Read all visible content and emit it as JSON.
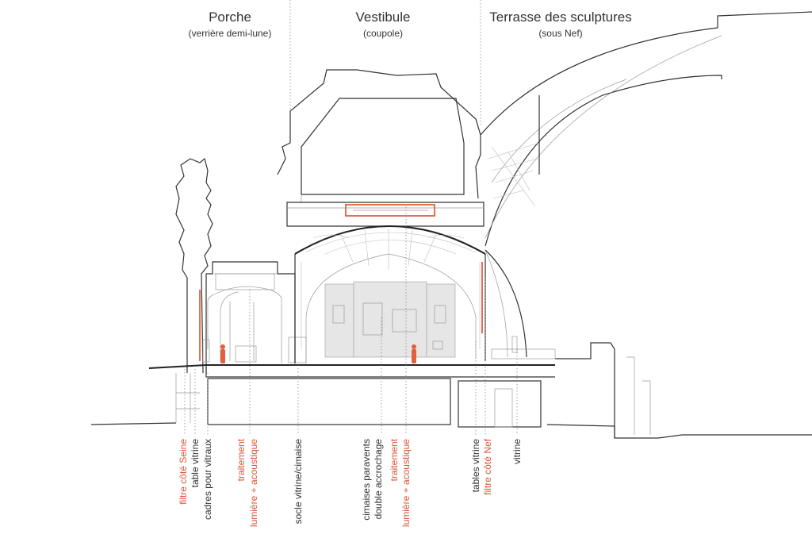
{
  "zones": [
    {
      "title": "Porche",
      "subtitle": "(verrière demi-lune)"
    },
    {
      "title": "Vestibule",
      "subtitle": "(coupole)"
    },
    {
      "title": "Terrasse des sculptures",
      "subtitle": "(sous Nef)"
    }
  ],
  "labels": [
    {
      "text": "filtre côté Seine",
      "color": "red"
    },
    {
      "text": "table vitrine",
      "color": "black"
    },
    {
      "text": "cadres pour vitraux",
      "color": "black"
    },
    {
      "text": "traitement",
      "color": "red"
    },
    {
      "text": "lumière + acoustique",
      "color": "red"
    },
    {
      "text": "socle vitrine/cimaise",
      "color": "black"
    },
    {
      "text": "cimaises paravents",
      "color": "black"
    },
    {
      "text": "double accrochage",
      "color": "black"
    },
    {
      "text": "traitement",
      "color": "red"
    },
    {
      "text": "lumière + acoustique",
      "color": "red"
    },
    {
      "text": "tables vitrine",
      "color": "black"
    },
    {
      "text": "filtre côté Nef",
      "color": "red"
    },
    {
      "text": "vitrine",
      "color": "black"
    }
  ],
  "colors": {
    "accent": "#e0603f",
    "ink": "#333333",
    "screen": "#e6e6e6"
  }
}
